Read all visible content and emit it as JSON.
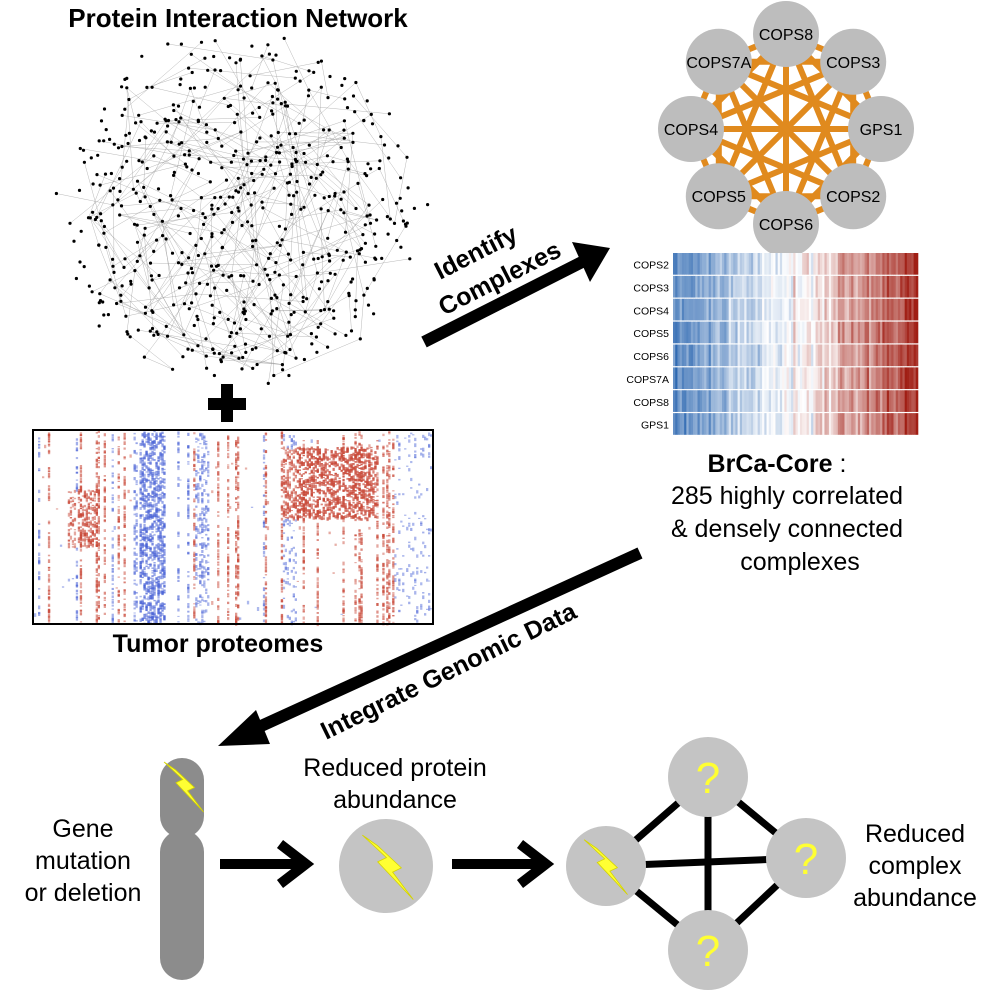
{
  "network": {
    "title": "Protein Interaction Network"
  },
  "proteomes": {
    "title": "Tumor proteomes"
  },
  "arrows": {
    "identify_line1": "Identify",
    "identify_line2": "Complexes",
    "integrate": "Integrate Genomic Data"
  },
  "complex": {
    "members": [
      "COPS8",
      "COPS3",
      "GPS1",
      "COPS2",
      "COPS6",
      "COPS5",
      "COPS4",
      "COPS7A"
    ],
    "edge_color": "#e08a1e",
    "node_color": "#bdbdbd"
  },
  "heatmap": {
    "rows": [
      "COPS2",
      "COPS3",
      "COPS4",
      "COPS5",
      "COPS6",
      "COPS7A",
      "COPS8",
      "GPS1"
    ]
  },
  "brca": {
    "name": "BrCa-Core",
    "colon": " :",
    "line2": "285 highly correlated",
    "line3": "& densely connected",
    "line4": "complexes"
  },
  "bottom": {
    "gene_line1": "Gene",
    "gene_line2": "mutation",
    "gene_line3": "or deletion",
    "protein_line1": "Reduced protein",
    "protein_line2": "abundance",
    "complex_line1": "Reduced",
    "complex_line2": "complex",
    "complex_line3": "abundance",
    "question": "?",
    "node_color": "#c4c4c4",
    "bolt_color": "#ffff33"
  }
}
